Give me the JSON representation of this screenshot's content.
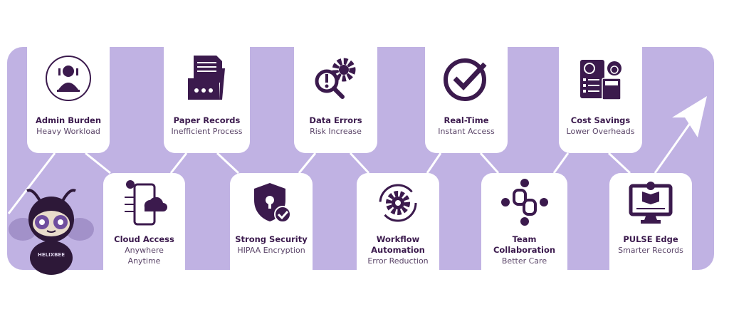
{
  "colors": {
    "band": "#c0b2e3",
    "ink": "#3b1a4d"
  },
  "top_cards": [
    {
      "title": "Admin Burden",
      "subtitle": "Heavy Workload",
      "icon": "admin-person-icon"
    },
    {
      "title": "Paper Records",
      "subtitle": "Inefficient Process",
      "icon": "folder-documents-icon"
    },
    {
      "title": "Data Errors",
      "subtitle": "Risk Increase",
      "icon": "gear-magnifier-alert-icon"
    },
    {
      "title": "Real-Time",
      "subtitle": "Instant Access",
      "icon": "clock-check-icon"
    },
    {
      "title": "Cost Savings",
      "subtitle": "Lower Overheads",
      "icon": "money-calculator-icon"
    }
  ],
  "bottom_cards": [
    {
      "title": "Cloud Access",
      "subtitle": "Anywhere",
      "subtitle2": "Anytime",
      "icon": "phone-cloud-icon"
    },
    {
      "title": "Strong Security",
      "subtitle": "HIPAA Encryption",
      "icon": "shield-lock-check-icon"
    },
    {
      "title": "Workflow",
      "title2": "Automation",
      "subtitle": "Error Reduction",
      "icon": "gear-cycle-icon"
    },
    {
      "title": "Team Collaboration",
      "subtitle": "Better Care",
      "icon": "team-link-icon"
    },
    {
      "title": "PULSE Edge",
      "subtitle": "Smarter Records",
      "icon": "monitor-reader-icon"
    }
  ],
  "mascot": {
    "label": "HELIXBEE"
  }
}
